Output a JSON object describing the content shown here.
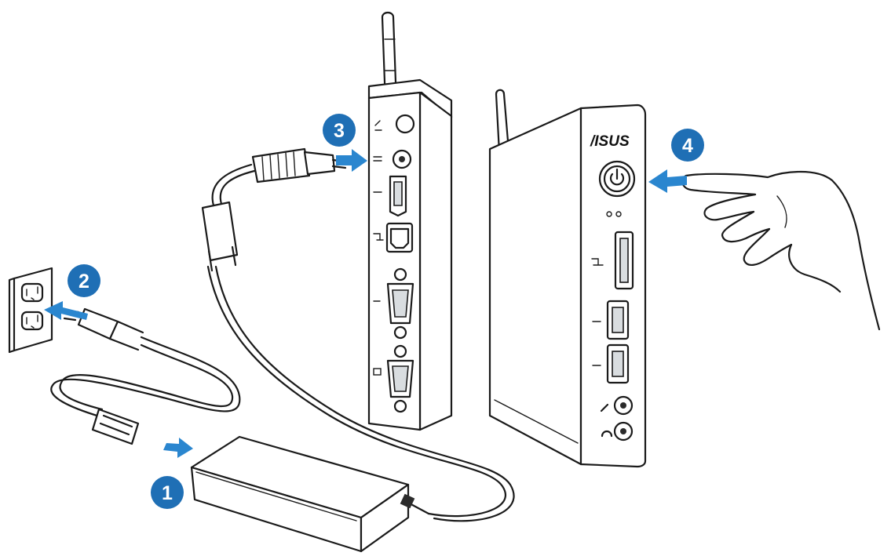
{
  "steps": [
    {
      "number": "1"
    },
    {
      "number": "2"
    },
    {
      "number": "3"
    },
    {
      "number": "4"
    }
  ],
  "brand": {
    "logo_text": "/ISUS"
  },
  "colors": {
    "step_badge": "#1f6fb5",
    "step_arrow": "#2a86cf",
    "outline": "#1a1a1a"
  },
  "icons": [
    "antenna-icon",
    "wifi-port-icon",
    "dc-in-port-icon",
    "hdmi-port-icon",
    "lan-port-icon",
    "serial-port-icon",
    "vga-port-icon",
    "power-button-icon",
    "card-reader-icon",
    "usb-port-icon",
    "microphone-jack-icon",
    "headphone-jack-icon",
    "wall-outlet-icon",
    "power-adapter-icon",
    "hand-icon"
  ]
}
